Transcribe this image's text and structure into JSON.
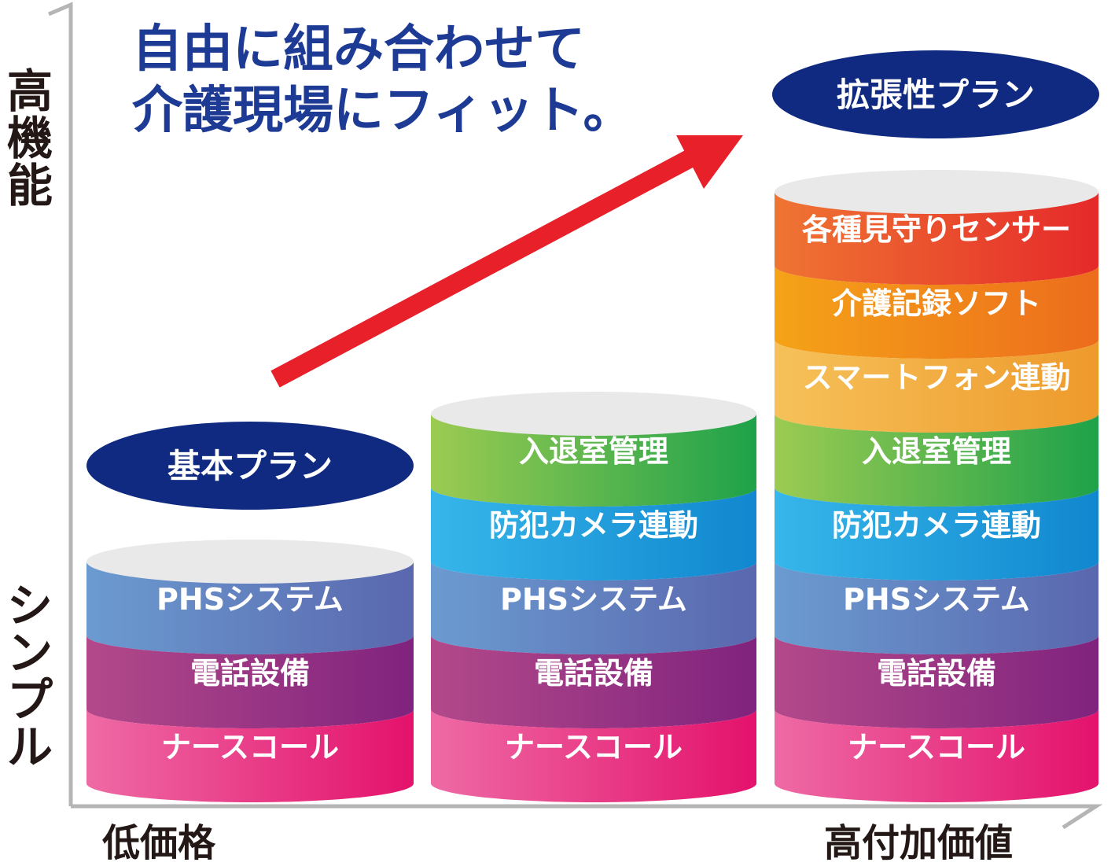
{
  "headline": {
    "line1": "自由に組み合わせて",
    "line2": "介護現場にフィット。"
  },
  "axes": {
    "y_top": "高機能",
    "y_bottom": "シンプル",
    "x_left": "低価格",
    "x_right": "高付加価値"
  },
  "plans": [
    {
      "badge": "基本プラン",
      "layers": [
        "ナースコール",
        "電話設備",
        "PHSシステム"
      ]
    },
    {
      "badge": "",
      "layers": [
        "ナースコール",
        "電話設備",
        "PHSシステム",
        "防犯カメラ連動",
        "入退室管理"
      ]
    },
    {
      "badge": "拡張性プラン",
      "layers": [
        "ナースコール",
        "電話設備",
        "PHSシステム",
        "防犯カメラ連動",
        "入退室管理",
        "スマートフォン連動",
        "介護記録ソフト",
        "各種見守りセンサー"
      ]
    }
  ],
  "colors": {
    "headline": "#1d3a94",
    "badge": "#0f2a80",
    "arrow": "#e8202a",
    "axis": "#b5b5b5",
    "top": "#e9e9e9",
    "layers": {
      "ナースコール": [
        "#ee6aa5",
        "#e4126c"
      ],
      "電話設備": [
        "#b3498a",
        "#80237e"
      ],
      "PHSシステム": [
        "#6b9bd0",
        "#5a67ae"
      ],
      "防犯カメラ連動": [
        "#36b6ea",
        "#1187cf"
      ],
      "入退室管理": [
        "#9ccb52",
        "#1ea24a"
      ],
      "スマートフォン連動": [
        "#f6c15a",
        "#ee9a2b"
      ],
      "介護記録ソフト": [
        "#f5a318",
        "#ec6c1c"
      ],
      "各種見守りセンサー": [
        "#ef7532",
        "#e5292a"
      ]
    }
  }
}
